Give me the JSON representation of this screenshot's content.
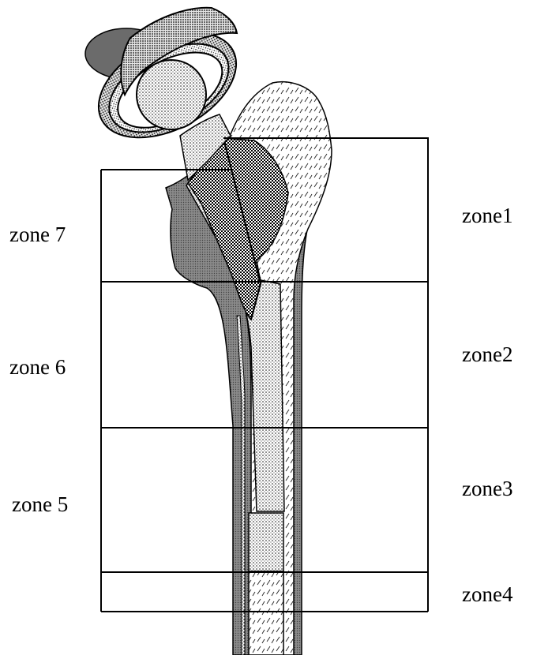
{
  "labels": {
    "left": [
      "zone 7",
      "zone 6",
      "zone 5"
    ],
    "right": [
      "zone1",
      "zone2",
      "zone3",
      "zone4"
    ]
  },
  "colors": {
    "background": "#ffffff",
    "outline": "#000000",
    "cortex": "#6e6e6e",
    "dark_oval": "#6b6b6b",
    "cup_shell": "#b8b8b8",
    "stem": "#d9d9d9",
    "bone": "#eeeeee"
  }
}
